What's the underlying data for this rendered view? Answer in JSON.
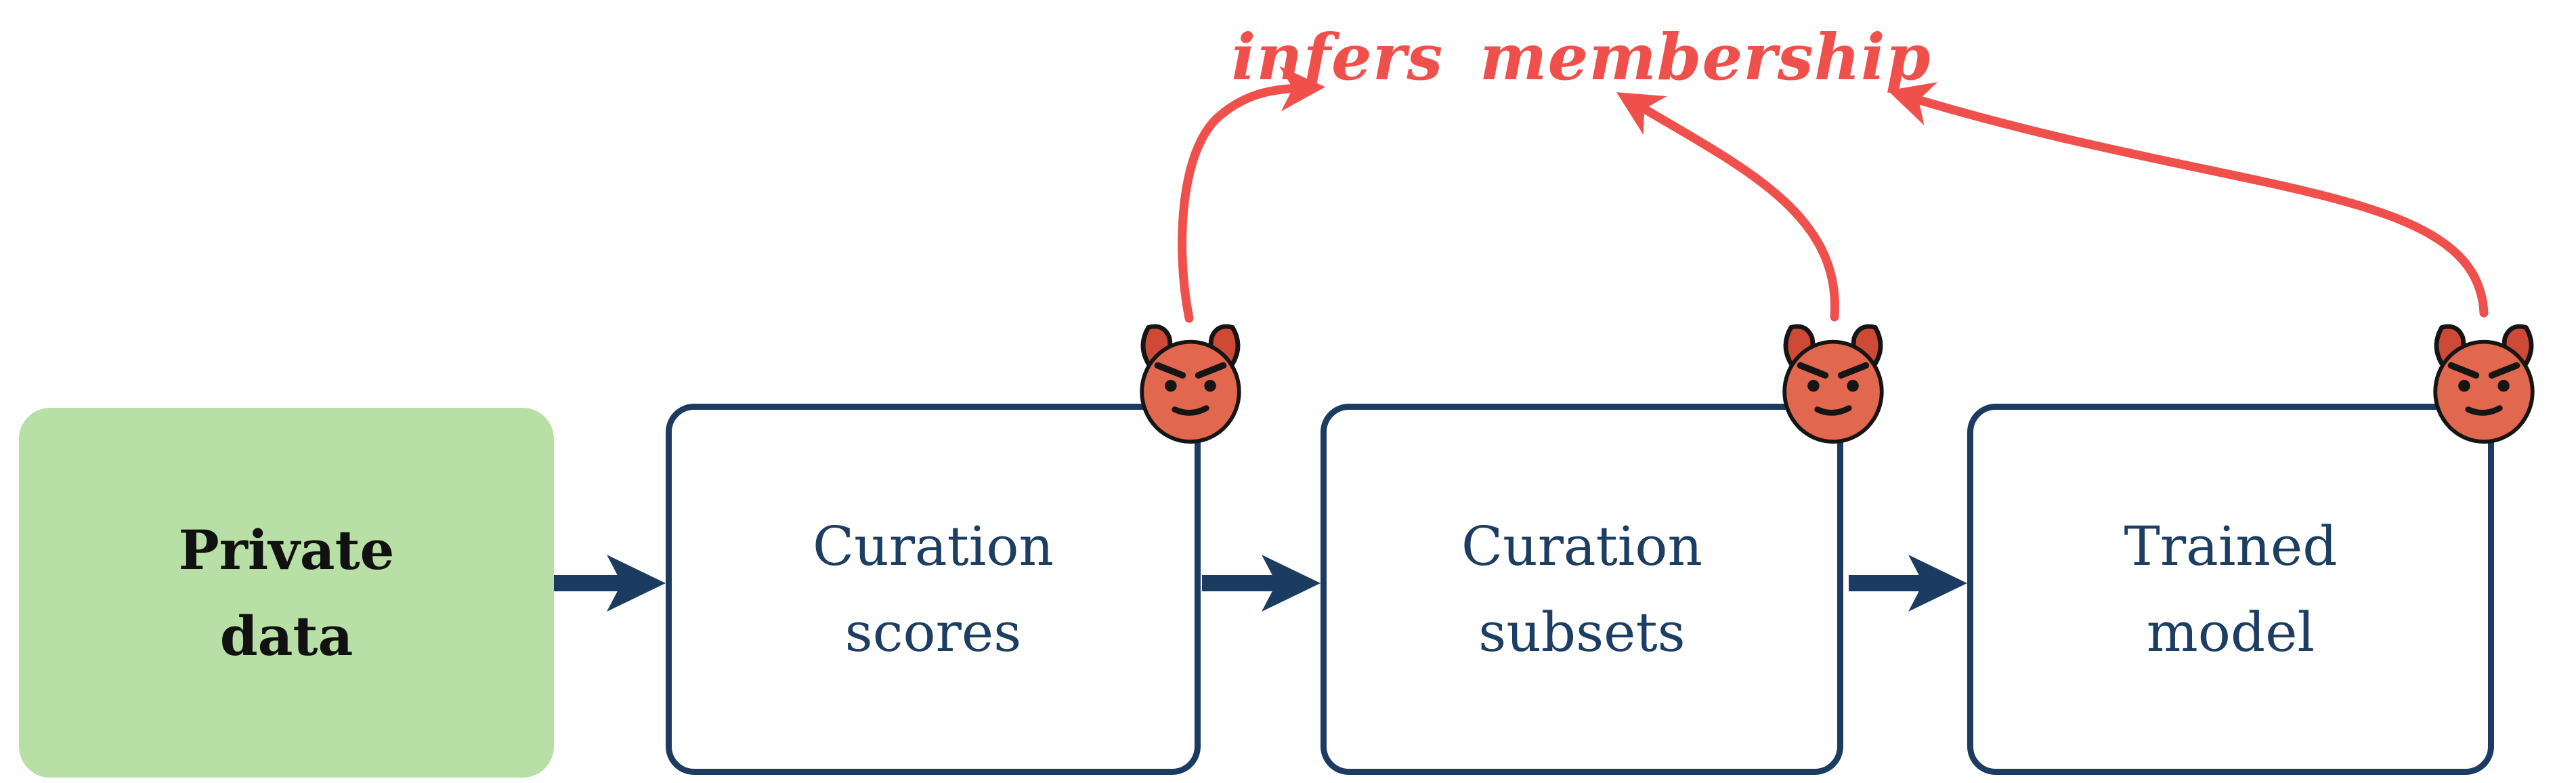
{
  "diagram": {
    "attack_label": "infers membership",
    "nodes": [
      {
        "id": "private-data",
        "label_line1": "Private",
        "label_line2": "data",
        "variant": "input",
        "has_attacker": false
      },
      {
        "id": "curation-scores",
        "label_line1": "Curation",
        "label_line2": "scores",
        "variant": "stage",
        "has_attacker": true
      },
      {
        "id": "curation-subsets",
        "label_line1": "Curation",
        "label_line2": "subsets",
        "variant": "stage",
        "has_attacker": true
      },
      {
        "id": "trained-model",
        "label_line1": "Trained",
        "label_line2": "model",
        "variant": "stage",
        "has_attacker": true
      }
    ],
    "attacker_icon": "devil-face-icon",
    "colors": {
      "input_node_fill": "#b8dfa5",
      "stage_border_navy": "#1c3b61",
      "stage_text_navy": "#1d3e63",
      "flow_arrow_navy": "#1c3b61",
      "attack_red": "#f0504b",
      "devil_face": "#e1674f",
      "devil_horn": "#ce4a37",
      "input_text_black": "#111111"
    }
  }
}
